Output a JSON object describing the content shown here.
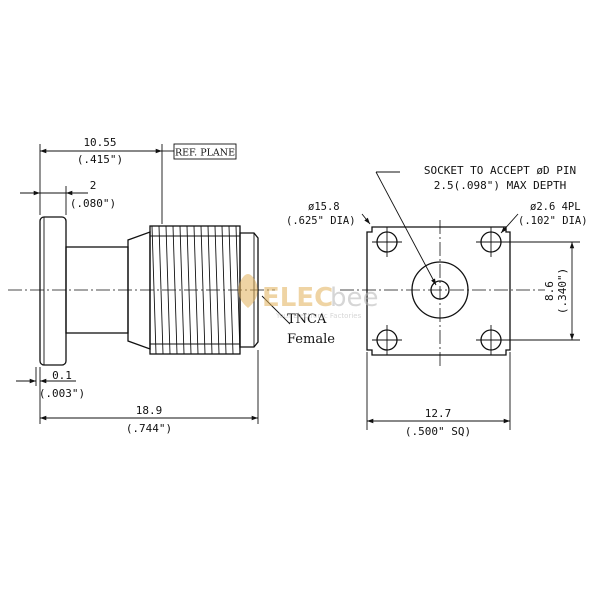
{
  "side_view": {
    "overall_length": "18.9",
    "overall_length_in": "(.744\")",
    "ref_plane_length": "10.55",
    "ref_plane_length_in": "(.415\")",
    "flange_thickness": "2",
    "flange_thickness_in": "(.080\")",
    "recess": "0.1",
    "recess_in": "(.003\")",
    "ref_plane_label": "REF. PLANE",
    "connector_type": "TNCA",
    "gender": "Female"
  },
  "front_view": {
    "socket_note_line1": "SOCKET TO ACCEPT øD PIN",
    "socket_note_line2": "2.5(.098\") MAX DEPTH",
    "flange_dia": "ø15.8",
    "flange_dia_in": "(.625\" DIA)",
    "hole_dia": "ø2.6 4PL",
    "hole_dia_in": "(.102\" DIA)",
    "hole_spacing": "8.6",
    "hole_spacing_in": "(.340\")",
    "flange_width": "12.7",
    "flange_width_in": "(.500\" SQ)"
  },
  "watermark": {
    "brand_part1": "ELEC",
    "brand_part2": "bee",
    "tagline": "Your Electronic Factories"
  },
  "colors": {
    "line": "#111111",
    "watermark": "#e2b15a",
    "watermark_gray": "#b5b5b5"
  }
}
